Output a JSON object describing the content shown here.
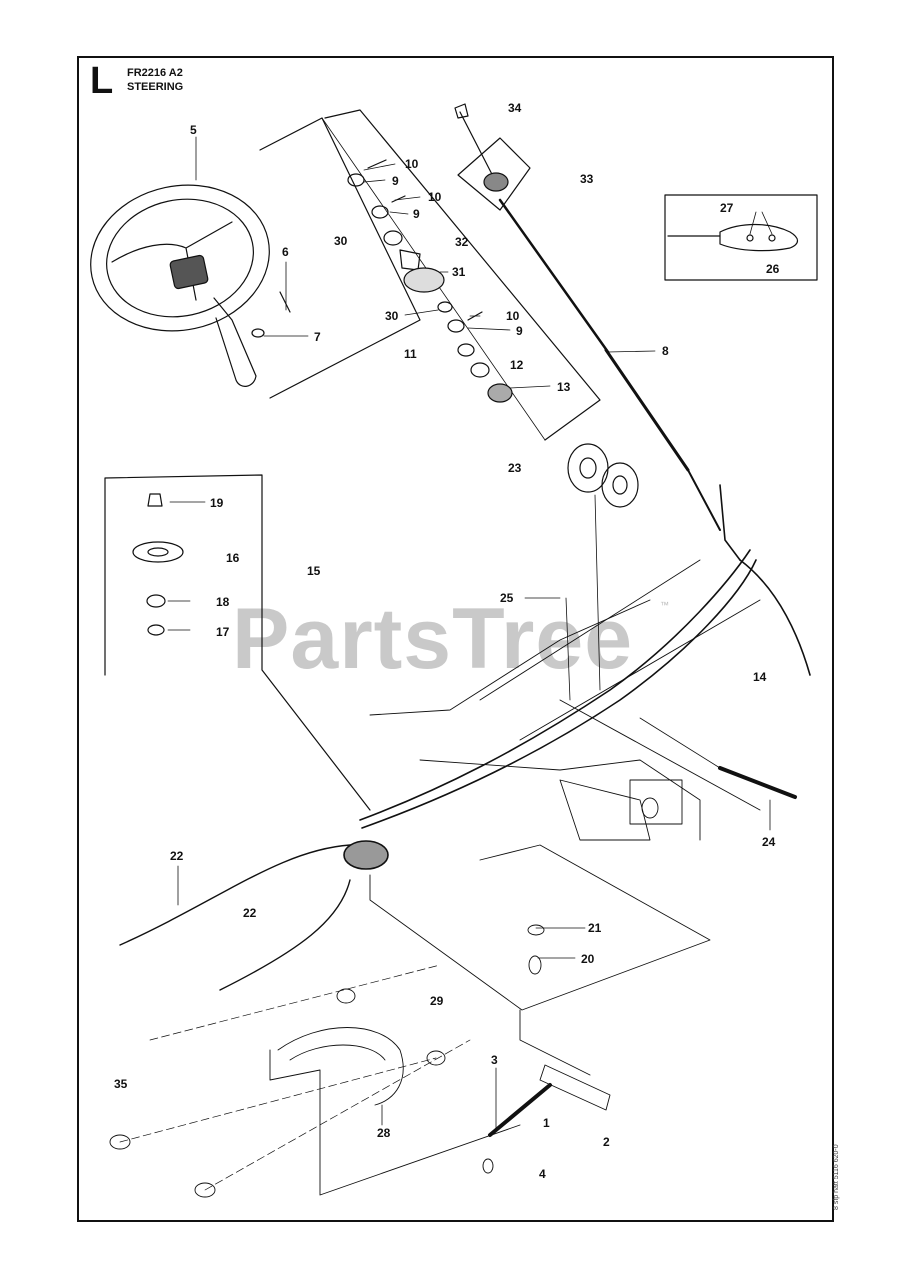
{
  "header": {
    "section_letter": "L",
    "model": "FR2216 A2",
    "title": "STEERING"
  },
  "watermark": {
    "text": "PartsTree",
    "trademark": "™"
  },
  "side_code": "8 sfp hatt 5116 620-0",
  "callouts": [
    "5",
    "6",
    "7",
    "10",
    "9",
    "10",
    "9",
    "30",
    "32",
    "31",
    "30",
    "10",
    "9",
    "11",
    "12",
    "13",
    "34",
    "33",
    "27",
    "26",
    "8",
    "23",
    "19",
    "16",
    "15",
    "18",
    "17",
    "25",
    "14",
    "24",
    "22",
    "22",
    "21",
    "20",
    "29",
    "3",
    "1",
    "2",
    "4",
    "35",
    "28"
  ]
}
